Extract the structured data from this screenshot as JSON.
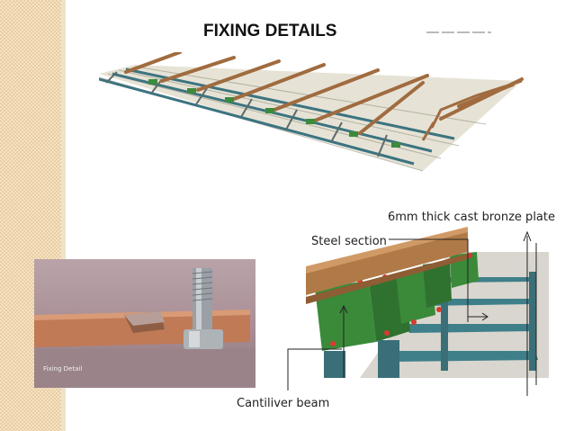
{
  "title": "FIXING DETAILS",
  "labels": {
    "bronze_plate": "6mm thick cast bronze plate",
    "steel_section": "Steel section",
    "cantilever_beam": "Cantiliver beam"
  },
  "photo": {
    "caption": "Fixing Detail"
  },
  "colors": {
    "frame_green": "#3c7d3c",
    "steel_teal": "#3c7480",
    "beam_rust": "#b07a48",
    "bolt_red": "#d83a2e",
    "bronze": "#c0704a"
  }
}
